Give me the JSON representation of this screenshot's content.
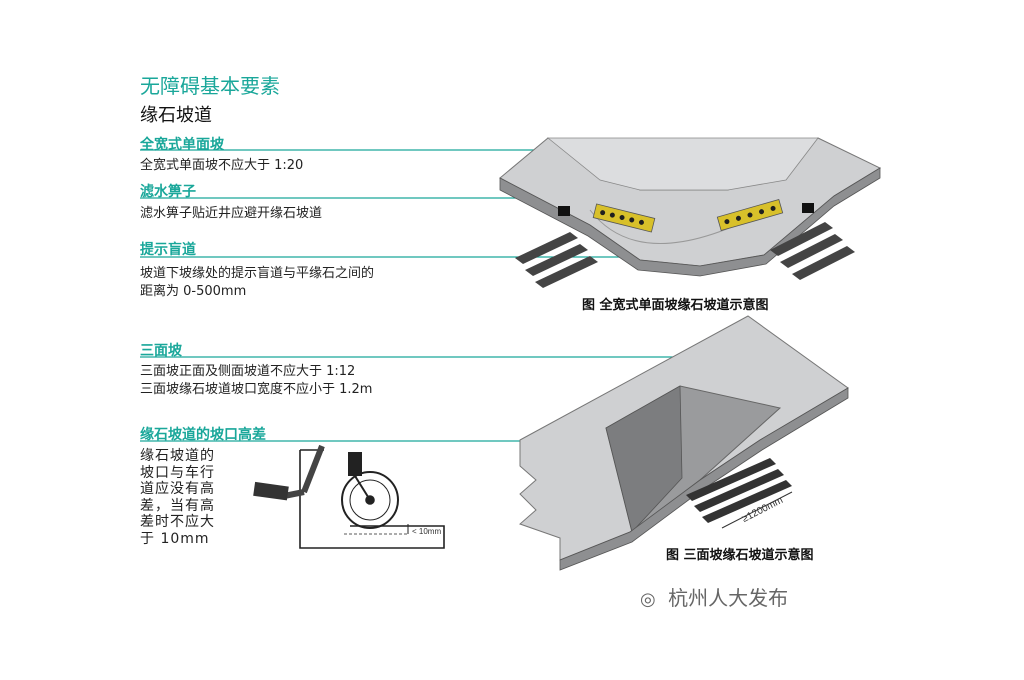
{
  "header": {
    "title": "无障碍基本要素",
    "subtitle": "缘石坡道"
  },
  "sections": [
    {
      "heading": "全宽式单面坡",
      "text": "全宽式单面坡不应大于 1:20"
    },
    {
      "heading": "滤水箅子",
      "text": "滤水箅子贴近井应避开缘石坡道"
    },
    {
      "heading": "提示盲道",
      "text": "坡道下坡缘处的提示盲道与平缘石之间的\n距离为 0-500mm"
    },
    {
      "heading": "三面坡",
      "text": "三面坡正面及侧面坡道不应大于 1:12\n三面坡缘石坡道坡口宽度不应小于 1.2m"
    },
    {
      "heading": "缘石坡道的坡口高差",
      "text": "缘石坡道的\n坡口与车行\n道应没有高\n差，当有高\n差时不应大\n于 10mm"
    }
  ],
  "figures": {
    "fig1_caption": "图   全宽式单面坡缘石坡道示意图",
    "fig2_caption": "图   三面坡缘石坡道示意图",
    "dim_label": "≥1200mm",
    "gap_label": "< 10mm"
  },
  "watermark": "杭州人大发布",
  "colors": {
    "accent": "#1aa79a",
    "tactile": "#d8c02a",
    "road": "#bfbfbf"
  }
}
